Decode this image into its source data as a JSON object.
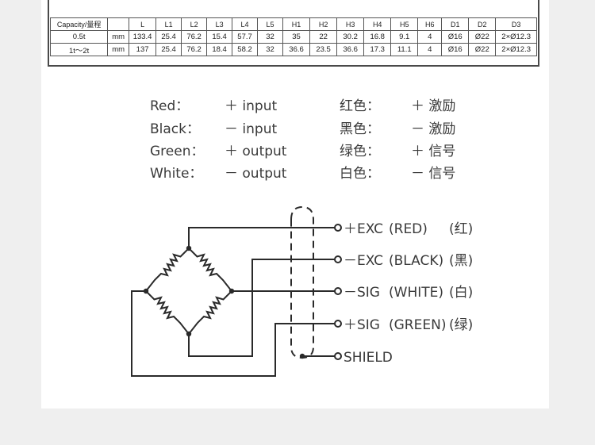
{
  "spec_table": {
    "headers": [
      "Capacity/量程",
      "",
      "L",
      "L1",
      "L2",
      "L3",
      "L4",
      "L5",
      "H1",
      "H2",
      "H3",
      "H4",
      "H5",
      "H6",
      "D1",
      "D2",
      "D3"
    ],
    "rows": [
      [
        "0.5t",
        "mm",
        "133.4",
        "25.4",
        "76.2",
        "15.4",
        "57.7",
        "32",
        "35",
        "22",
        "30.2",
        "16.8",
        "9.1",
        "4",
        "Ø16",
        "Ø22",
        "2×Ø12.3"
      ],
      [
        "1t～2t",
        "mm",
        "137",
        "25.4",
        "76.2",
        "18.4",
        "58.2",
        "32",
        "36.6",
        "23.5",
        "36.6",
        "17.3",
        "11.1",
        "4",
        "Ø16",
        "Ø22",
        "2×Ø12.3"
      ]
    ]
  },
  "legend": {
    "en": [
      {
        "color": "Red：",
        "signal": "＋ input"
      },
      {
        "color": "Black：",
        "signal": "－ input"
      },
      {
        "color": "Green：",
        "signal": "＋ output"
      },
      {
        "color": "White：",
        "signal": "－ output"
      }
    ],
    "zh": [
      {
        "color": "红色：",
        "signal": "＋ 激励"
      },
      {
        "color": "黑色：",
        "signal": "－ 激励"
      },
      {
        "color": "绿色：",
        "signal": "＋ 信号"
      },
      {
        "color": "白色：",
        "signal": "－ 信号"
      }
    ]
  },
  "diagram": {
    "terminals": [
      {
        "sign": "＋EXC",
        "name": "(RED)",
        "cn": "(红)"
      },
      {
        "sign": "－EXC",
        "name": "(BLACK)",
        "cn": "(黑)"
      },
      {
        "sign": "－SIG",
        "name": "(WHITE)",
        "cn": "(白)"
      },
      {
        "sign": "＋SIG",
        "name": "(GREEN)",
        "cn": "(绿)"
      },
      {
        "sign": "SHIELD",
        "name": "",
        "cn": ""
      }
    ]
  }
}
